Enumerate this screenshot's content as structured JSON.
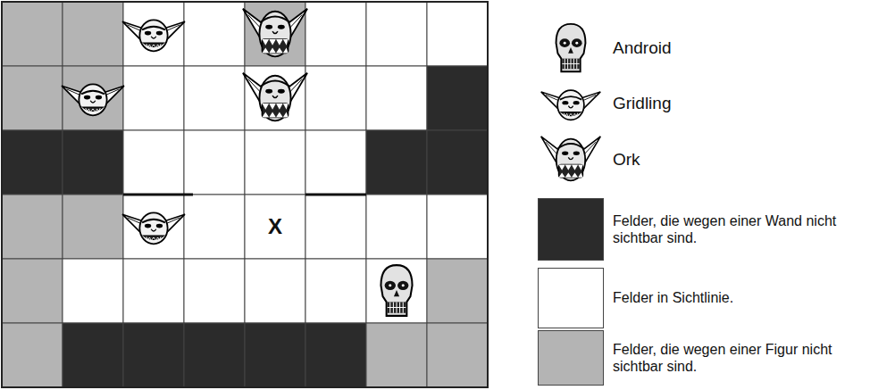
{
  "diagram": {
    "labels": [
      "X"
    ],
    "legend": [
      {
        "text": "Android"
      },
      {
        "text": "Gridling"
      },
      {
        "text": "Ork"
      },
      {
        "text": "Felder, die wegen einer Wand nicht sichtbar sind.",
        "color": "#2b2b2b"
      },
      {
        "text": "Felder in Sichtlinie.",
        "color": "#ffffff"
      },
      {
        "text": "Felder, die wegen einer Figur nicht sichtbar sind.",
        "color": "#b4b4b4"
      }
    ]
  }
}
